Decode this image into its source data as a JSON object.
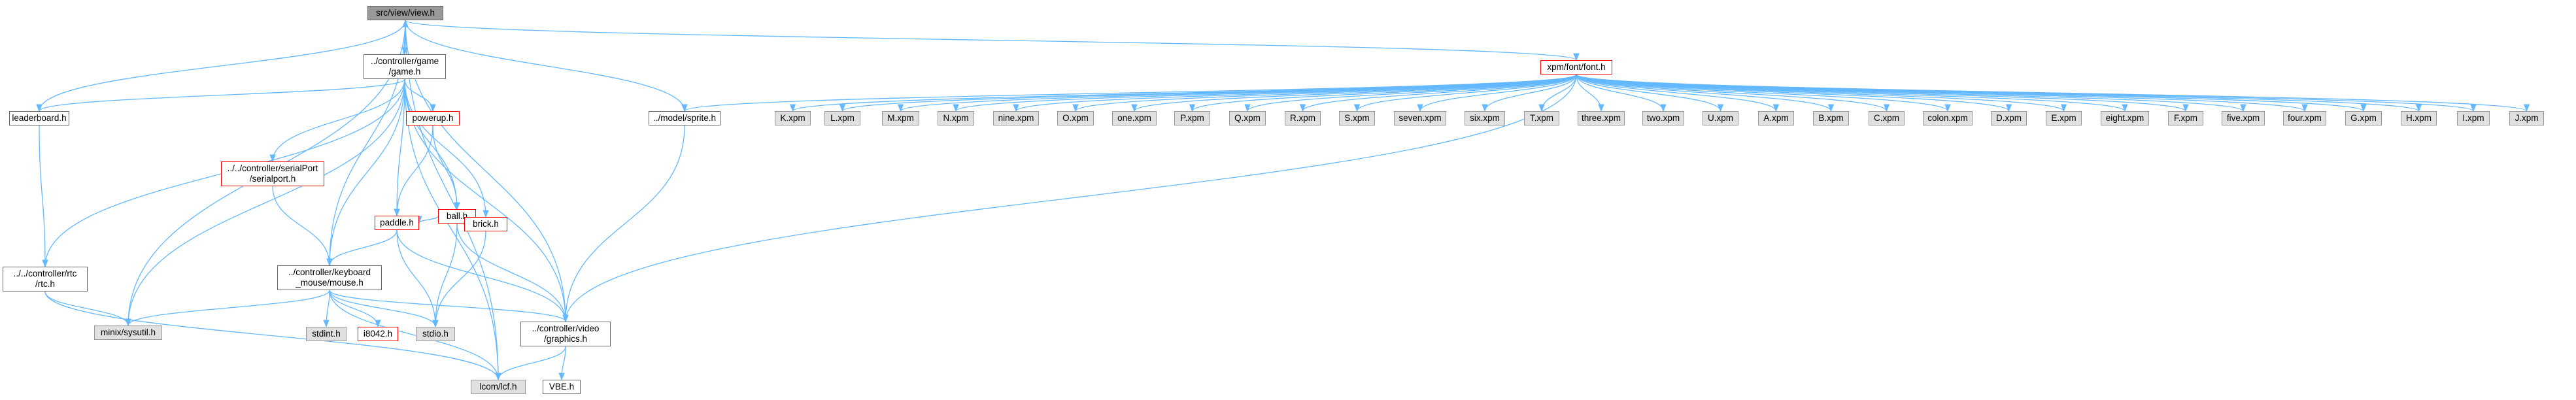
{
  "colors": {
    "edge": "#63b8ff",
    "node_border": "#666666",
    "node_fill": "#ffffff",
    "external_fill": "#e0e0e0",
    "external_border": "#999999",
    "root_fill": "#999999",
    "undocumented_border": "#ff0000"
  },
  "nodes": {
    "view_h": "src/view/view.h",
    "game_h": "../controller/game\n/game.h",
    "font_h": "xpm/font/font.h",
    "leaderboard_h": "leaderboard.h",
    "powerup_h": "powerup.h",
    "ball_h": "ball.h",
    "serialport_h": "../../controller/serialPort\n/serialport.h",
    "paddle_h": "paddle.h",
    "brick_h": "brick.h",
    "sprite_h": "../model/sprite.h",
    "rtc_h": "../../controller/rtc\n/rtc.h",
    "mouse_h": "../controller/keyboard\n_mouse/mouse.h",
    "sysutil_h": "minix/sysutil.h",
    "stdint_h": "stdint.h",
    "i8042_h": "i8042.h",
    "stdio_h": "stdio.h",
    "graphics_h": "../controller/video\n/graphics.h",
    "lcf_h": "lcom/lcf.h",
    "vbe_h": "VBE.h",
    "K_xpm": "K.xpm",
    "L_xpm": "L.xpm",
    "M_xpm": "M.xpm",
    "N_xpm": "N.xpm",
    "nine_xpm": "nine.xpm",
    "O_xpm": "O.xpm",
    "one_xpm": "one.xpm",
    "P_xpm": "P.xpm",
    "Q_xpm": "Q.xpm",
    "R_xpm": "R.xpm",
    "S_xpm": "S.xpm",
    "seven_xpm": "seven.xpm",
    "six_xpm": "six.xpm",
    "T_xpm": "T.xpm",
    "three_xpm": "three.xpm",
    "two_xpm": "two.xpm",
    "U_xpm": "U.xpm",
    "A_xpm": "A.xpm",
    "B_xpm": "B.xpm",
    "C_xpm": "C.xpm",
    "colon_xpm": "colon.xpm",
    "D_xpm": "D.xpm",
    "E_xpm": "E.xpm",
    "eight_xpm": "eight.xpm",
    "F_xpm": "F.xpm",
    "five_xpm": "five.xpm",
    "four_xpm": "four.xpm",
    "G_xpm": "G.xpm",
    "H_xpm": "H.xpm",
    "I_xpm": "I.xpm",
    "J_xpm": "J.xpm"
  },
  "edges": [
    [
      "view_h",
      "game_h"
    ],
    [
      "view_h",
      "font_h"
    ],
    [
      "view_h",
      "leaderboard_h"
    ],
    [
      "view_h",
      "sprite_h"
    ],
    [
      "view_h",
      "mouse_h"
    ],
    [
      "view_h",
      "sysutil_h"
    ],
    [
      "view_h",
      "graphics_h"
    ],
    [
      "view_h",
      "lcf_h"
    ],
    [
      "game_h",
      "view_h"
    ],
    [
      "game_h",
      "leaderboard_h"
    ],
    [
      "game_h",
      "powerup_h"
    ],
    [
      "game_h",
      "ball_h"
    ],
    [
      "game_h",
      "serialport_h"
    ],
    [
      "game_h",
      "paddle_h"
    ],
    [
      "game_h",
      "brick_h"
    ],
    [
      "game_h",
      "rtc_h"
    ],
    [
      "game_h",
      "mouse_h"
    ],
    [
      "game_h",
      "sysutil_h"
    ],
    [
      "game_h",
      "graphics_h"
    ],
    [
      "game_h",
      "lcf_h"
    ],
    [
      "leaderboard_h",
      "rtc_h"
    ],
    [
      "serialport_h",
      "mouse_h"
    ],
    [
      "powerup_h",
      "ball_h"
    ],
    [
      "powerup_h",
      "paddle_h"
    ],
    [
      "ball_h",
      "paddle_h"
    ],
    [
      "ball_h",
      "brick_h"
    ],
    [
      "ball_h",
      "stdio_h"
    ],
    [
      "ball_h",
      "graphics_h"
    ],
    [
      "paddle_h",
      "mouse_h"
    ],
    [
      "paddle_h",
      "stdio_h"
    ],
    [
      "paddle_h",
      "graphics_h"
    ],
    [
      "brick_h",
      "stdio_h"
    ],
    [
      "rtc_h",
      "sysutil_h"
    ],
    [
      "rtc_h",
      "lcf_h"
    ],
    [
      "mouse_h",
      "sysutil_h"
    ],
    [
      "mouse_h",
      "stdint_h"
    ],
    [
      "mouse_h",
      "i8042_h"
    ],
    [
      "mouse_h",
      "stdio_h"
    ],
    [
      "mouse_h",
      "graphics_h"
    ],
    [
      "mouse_h",
      "lcf_h"
    ],
    [
      "sprite_h",
      "graphics_h"
    ],
    [
      "graphics_h",
      "lcf_h"
    ],
    [
      "graphics_h",
      "vbe_h"
    ],
    [
      "font_h",
      "sprite_h"
    ],
    [
      "font_h",
      "graphics_h"
    ],
    [
      "font_h",
      "K_xpm"
    ],
    [
      "font_h",
      "L_xpm"
    ],
    [
      "font_h",
      "M_xpm"
    ],
    [
      "font_h",
      "N_xpm"
    ],
    [
      "font_h",
      "nine_xpm"
    ],
    [
      "font_h",
      "O_xpm"
    ],
    [
      "font_h",
      "one_xpm"
    ],
    [
      "font_h",
      "P_xpm"
    ],
    [
      "font_h",
      "Q_xpm"
    ],
    [
      "font_h",
      "R_xpm"
    ],
    [
      "font_h",
      "S_xpm"
    ],
    [
      "font_h",
      "seven_xpm"
    ],
    [
      "font_h",
      "six_xpm"
    ],
    [
      "font_h",
      "T_xpm"
    ],
    [
      "font_h",
      "three_xpm"
    ],
    [
      "font_h",
      "two_xpm"
    ],
    [
      "font_h",
      "U_xpm"
    ],
    [
      "font_h",
      "A_xpm"
    ],
    [
      "font_h",
      "B_xpm"
    ],
    [
      "font_h",
      "C_xpm"
    ],
    [
      "font_h",
      "colon_xpm"
    ],
    [
      "font_h",
      "D_xpm"
    ],
    [
      "font_h",
      "E_xpm"
    ],
    [
      "font_h",
      "eight_xpm"
    ],
    [
      "font_h",
      "F_xpm"
    ],
    [
      "font_h",
      "five_xpm"
    ],
    [
      "font_h",
      "four_xpm"
    ],
    [
      "font_h",
      "G_xpm"
    ],
    [
      "font_h",
      "H_xpm"
    ],
    [
      "font_h",
      "I_xpm"
    ],
    [
      "font_h",
      "J_xpm"
    ]
  ]
}
